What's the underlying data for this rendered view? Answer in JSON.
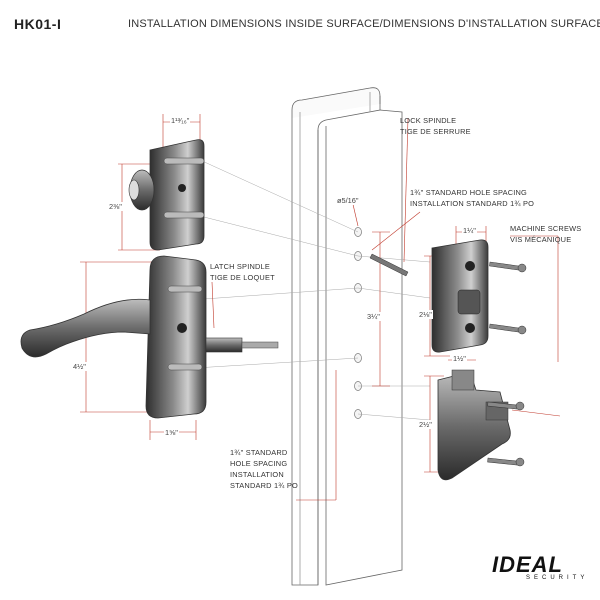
{
  "header": {
    "model": "HK01-I",
    "title": "INSTALLATION DIMENSIONS INSIDE SURFACE/DIMENSIONS D'INSTALLATION SURFACE INTÉRIEURE"
  },
  "labels": {
    "lock_spindle_en": "LOCK SPINDLE",
    "lock_spindle_fr": "TIGE DE SERRURE",
    "hole_spacing_en": "1¾\" STANDARD HOLE SPACING",
    "hole_spacing_fr": "INSTALLATION STANDARD 1¾ PO",
    "machine_screws_en": "MACHINE SCREWS",
    "machine_screws_fr": "VIS MÉCANIQUE",
    "latch_spindle_en": "LATCH SPINDLE",
    "latch_spindle_fr": "TIGE DE LOQUET",
    "bottom_spacing_line1": "1¾\" STANDARD",
    "bottom_spacing_line2": "HOLE SPACING",
    "bottom_spacing_line3": "INSTALLATION",
    "bottom_spacing_line4": "STANDARD 1¾ PO"
  },
  "dimensions": {
    "lock_width": "1¹³⁄₁₆\"",
    "lock_height": "2⅜\"",
    "hole_diameter": "ø5/16\"",
    "handle_height": "4½\"",
    "handle_width": "1⅝\"",
    "spacing": "3¼\"",
    "strike_width": "1¼\"",
    "strike_height": "2⅛\"",
    "catch_width": "1½\"",
    "catch_height": "2½\""
  },
  "brand": {
    "name": "IDEAL",
    "tagline": "SECURITY"
  },
  "colors": {
    "dimension_line": "#c0392b",
    "outline": "#555555",
    "metal_dark": "#3a3a3a",
    "metal_light": "#9a9a9a"
  }
}
